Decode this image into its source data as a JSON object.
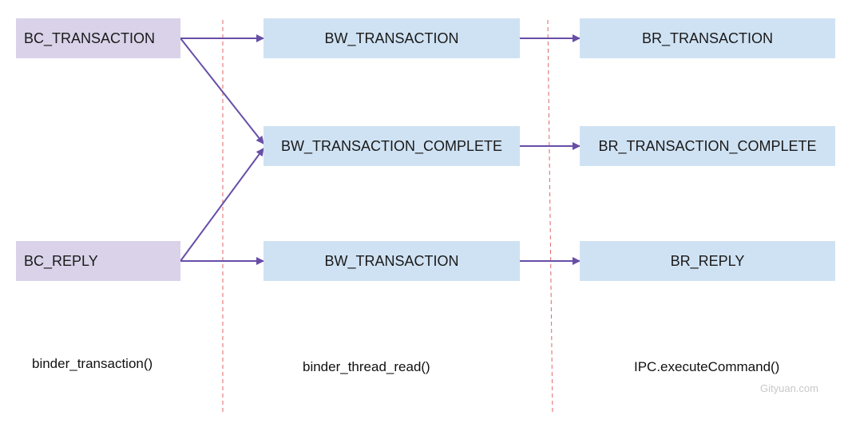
{
  "nodes": {
    "bc_transaction": "BC_TRANSACTION",
    "bc_reply": "BC_REPLY",
    "bw_transaction_1": "BW_TRANSACTION",
    "bw_transaction_complete": "BW_TRANSACTION_COMPLETE",
    "bw_transaction_2": "BW_TRANSACTION",
    "br_transaction": "BR_TRANSACTION",
    "br_transaction_complete": "BR_TRANSACTION_COMPLETE",
    "br_reply": "BR_REPLY"
  },
  "functions": {
    "col1": "binder_transaction()",
    "col2": "binder_thread_read()",
    "col3": "IPC.executeCommand()"
  },
  "watermark": "Gityuan.com",
  "colors": {
    "left_box": "#d9d2e9",
    "right_box": "#cfe2f3",
    "arrow": "#674ea7",
    "divider": "#e06666"
  }
}
